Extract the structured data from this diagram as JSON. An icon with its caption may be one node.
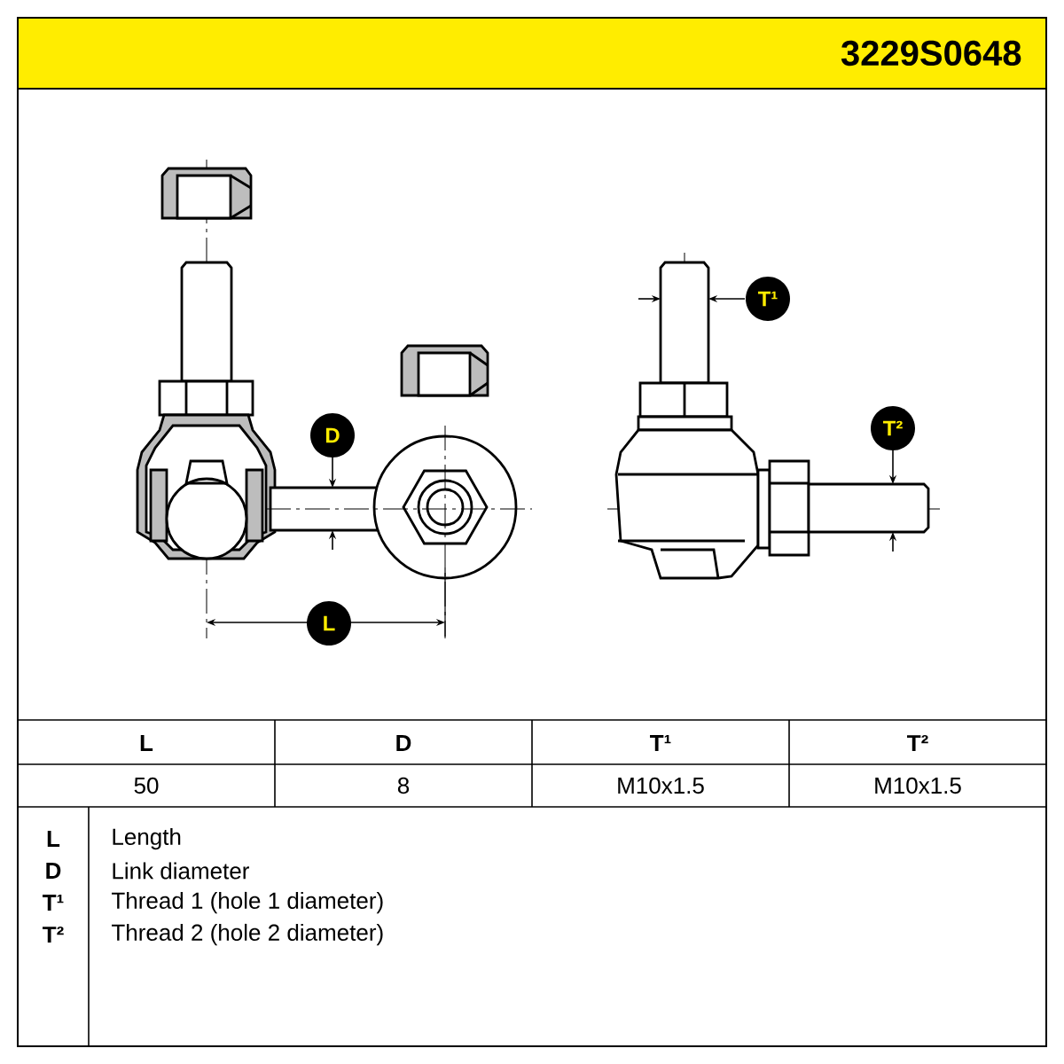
{
  "diagram": {
    "nodes": [
      {
        "text": [
          "T¹"
        ]
      },
      {
        "text": [
          "T²"
        ]
      },
      {
        "text": [
          "D"
        ]
      },
      {
        "text": [
          "L"
        ]
      }
    ],
    "labels": [
      "3229S0648",
      "L",
      "D",
      "T¹",
      "T²",
      "50",
      "8",
      "M10x1.5",
      "M10x1.5",
      "L",
      "Length",
      "D",
      "Link diameter",
      "T¹",
      "Thread 1 (hole 1 diameter)",
      "T²",
      "Thread 2 (hole 2 diameter)"
    ]
  }
}
